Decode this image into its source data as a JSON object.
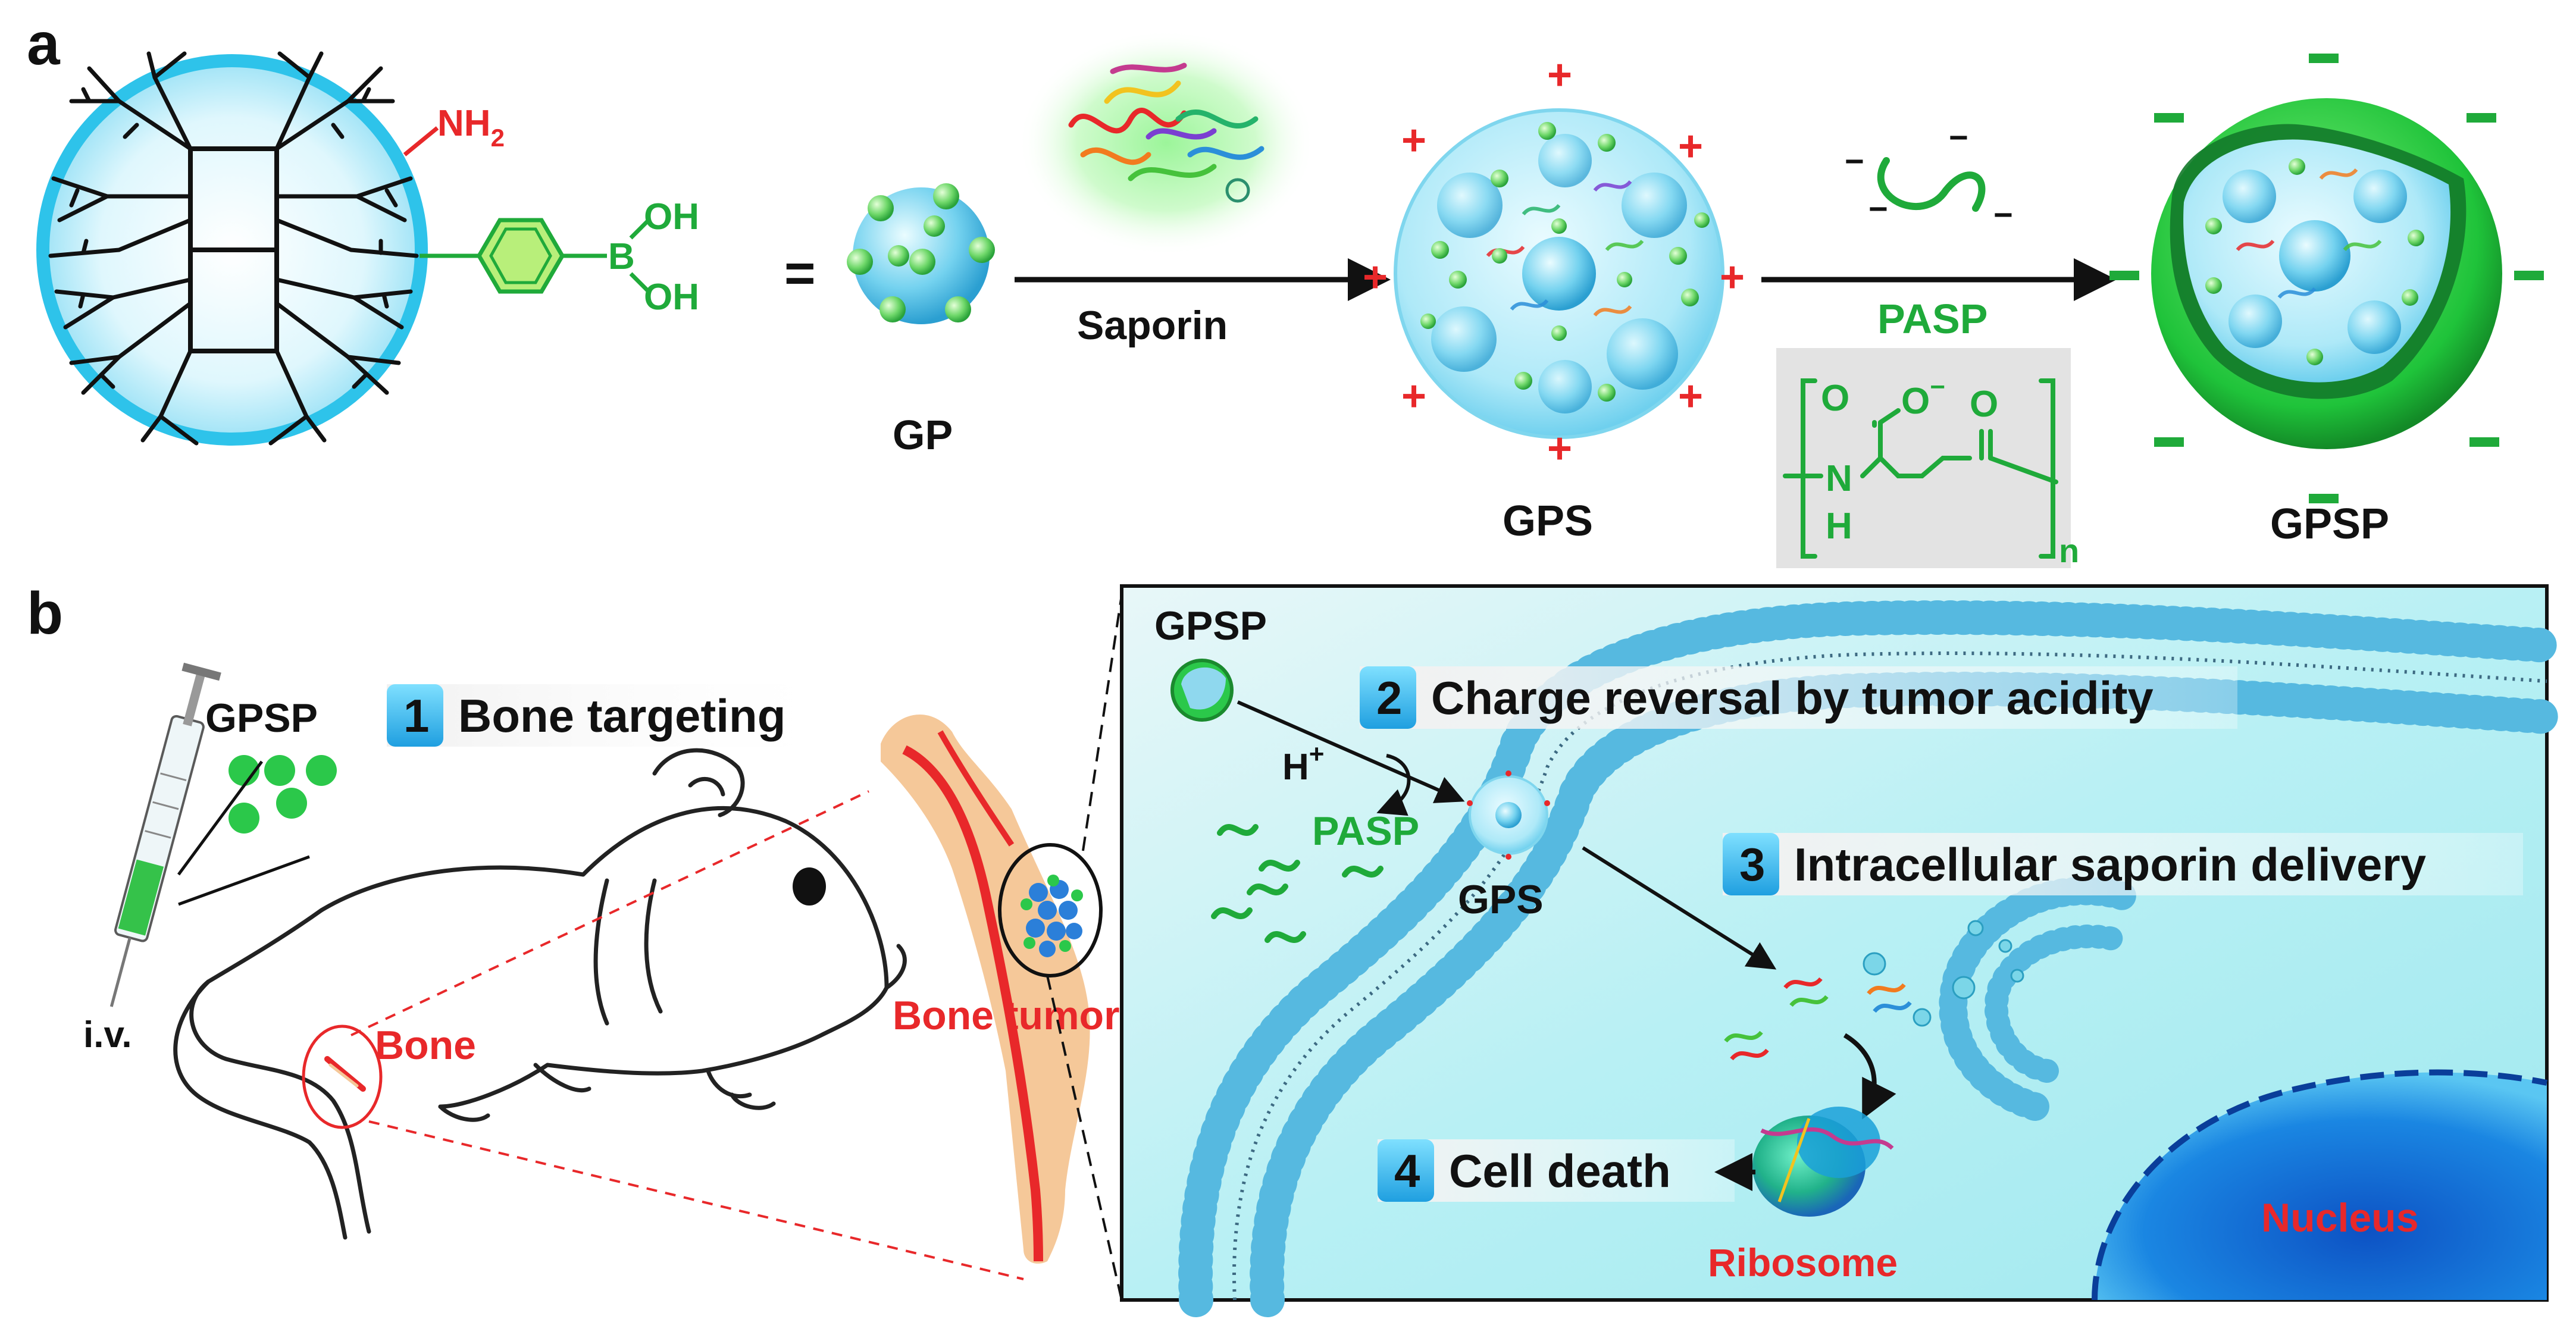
{
  "colors": {
    "red": "#e8282a",
    "green": "#1faa3a",
    "cyan": "#39c6ea",
    "sky": "#bff0fb",
    "membrane": "#56b9e0",
    "nucleus": "#1874d6",
    "bone": "#f5c899"
  },
  "panel_a": {
    "label": "a",
    "dendrimer": {
      "amine": "NH",
      "amine_sub": "2",
      "boronic_oh_top": "OH",
      "boronic_b": "B",
      "boronic_oh_bottom": "OH"
    },
    "equals": "=",
    "gp_label": "GP",
    "arrow1_label": "Saporin",
    "gps_label": "GPS",
    "pasp_label": "PASP",
    "pasp_formula": {
      "o_left": "O",
      "o_minus": "O",
      "o_minus_sup": "−",
      "o_right": "O",
      "n": "N",
      "h": "H",
      "subscript": "n"
    },
    "gpsp_label": "GPSP",
    "plus_sign": "+",
    "minus_sign": "−"
  },
  "panel_b": {
    "label": "b",
    "gpsp_left_label": "GPSP",
    "iv_label": "i.v.",
    "bone_label": "Bone",
    "bone_tumor_label": "Bone tumor",
    "steps": [
      {
        "num": "1",
        "text": "Bone targeting"
      },
      {
        "num": "2",
        "text": "Charge reversal by tumor acidity"
      },
      {
        "num": "3",
        "text": "Intracellular saporin delivery"
      },
      {
        "num": "4",
        "text": "Cell death"
      }
    ],
    "cell": {
      "gpsp_label": "GPSP",
      "h_plus": "H",
      "h_plus_sup": "+",
      "pasp_label": "PASP",
      "gps_label": "GPS",
      "ribosome_label": "Ribosome",
      "nucleus_label": "Nucleus"
    }
  }
}
